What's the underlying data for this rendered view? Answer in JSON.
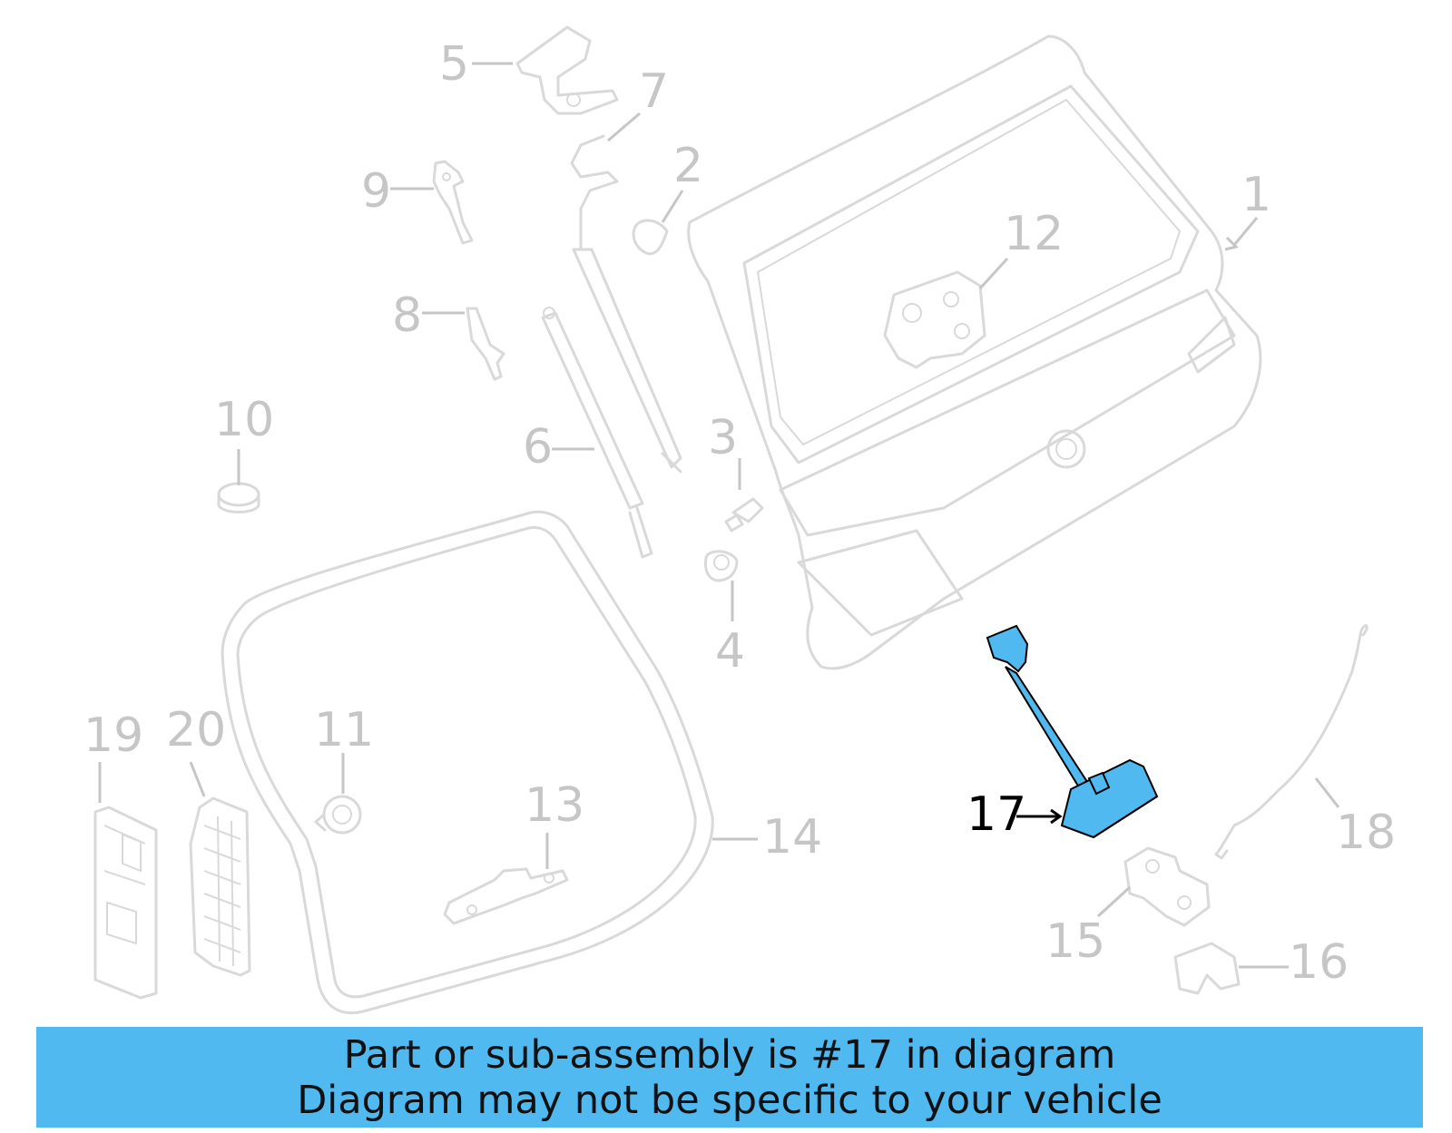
{
  "diagram": {
    "highlight_color": "#4fb9f0",
    "highlighted_part": "17",
    "callouts": [
      {
        "id": "p1",
        "text": "1"
      },
      {
        "id": "p2",
        "text": "2"
      },
      {
        "id": "p3",
        "text": "3"
      },
      {
        "id": "p4",
        "text": "4"
      },
      {
        "id": "p5",
        "text": "5"
      },
      {
        "id": "p6",
        "text": "6"
      },
      {
        "id": "p7",
        "text": "7"
      },
      {
        "id": "p8",
        "text": "8"
      },
      {
        "id": "p9",
        "text": "9"
      },
      {
        "id": "p10",
        "text": "10"
      },
      {
        "id": "p11",
        "text": "11"
      },
      {
        "id": "p12",
        "text": "12"
      },
      {
        "id": "p13",
        "text": "13"
      },
      {
        "id": "p14",
        "text": "14"
      },
      {
        "id": "p15",
        "text": "15"
      },
      {
        "id": "p16",
        "text": "16"
      },
      {
        "id": "p17",
        "text": "17"
      },
      {
        "id": "p18",
        "text": "18"
      },
      {
        "id": "p19",
        "text": "19"
      },
      {
        "id": "p20",
        "text": "20"
      }
    ]
  },
  "banner": {
    "line1": "Part or sub-assembly is #17 in diagram",
    "line2": "Diagram may not be specific to your vehicle",
    "background": "#4fb9f0"
  }
}
